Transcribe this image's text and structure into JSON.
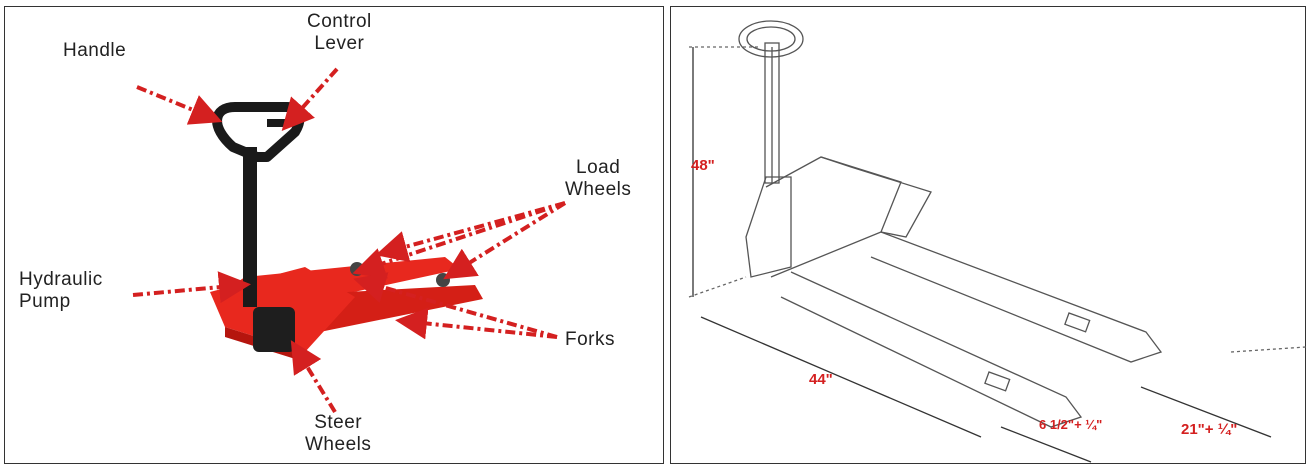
{
  "left_panel": {
    "labels": {
      "handle": "Handle",
      "control_lever": [
        "Control",
        "Lever"
      ],
      "load_wheels": [
        "Load",
        "Wheels"
      ],
      "hydraulic_pump": [
        "Hydraulic",
        "Pump"
      ],
      "forks": "Forks",
      "steer_wheels": [
        "Steer",
        "Wheels"
      ]
    }
  },
  "right_panel": {
    "dimensions": {
      "height": "48\"",
      "length": "44\"",
      "fork_width": "6 1/2\"+ ¼\"",
      "overall_width": "21\"+ ¼\""
    }
  },
  "colors": {
    "arrow": "#d42020",
    "truck_body": "#e8281e",
    "handle": "#1a1a1a",
    "dimension_text": "#d42020"
  }
}
